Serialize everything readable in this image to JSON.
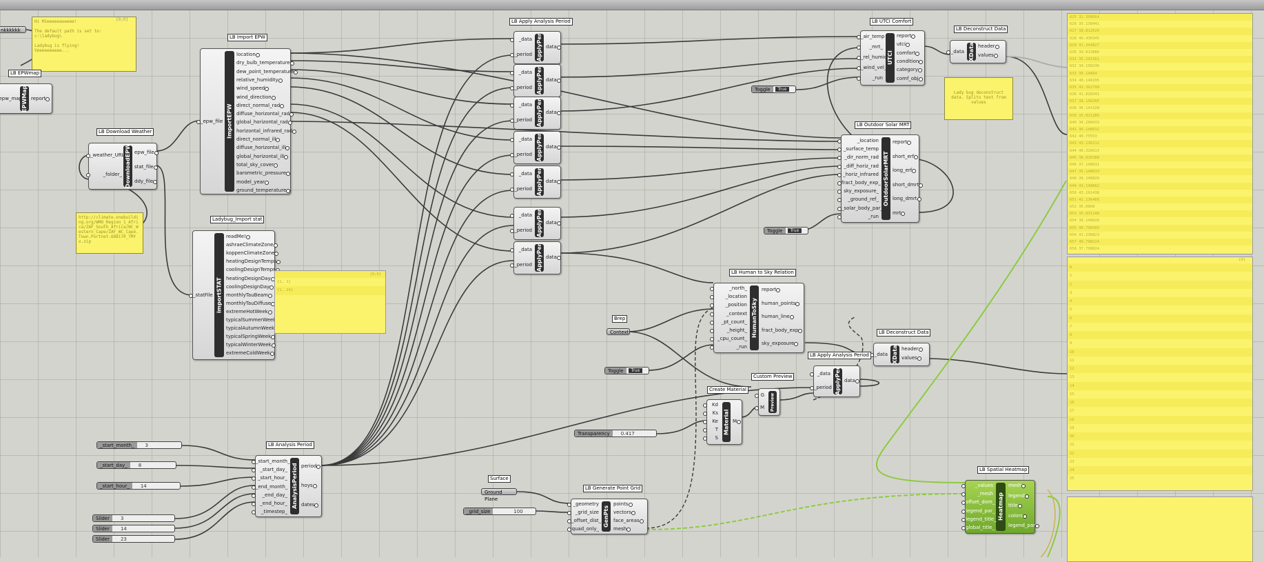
{
  "component_titles": {
    "import_epw": "LB Import EPW",
    "epwmap": "LB EPWmap",
    "download_weather": "LB Download Weather",
    "import_stat": "Ladybug_Import stat",
    "apply_period": "LB Apply Analysis Period",
    "utci": "LB UTCI Comfort",
    "deconstruct_1": "LB Deconstruct Data",
    "outdoor_mrt": "LB Outdoor Solar MRT",
    "human_sky": "LB Human to Sky Relation",
    "deconstruct_2": "LB Deconstruct Data",
    "apply_period_2": "LB Apply Analysis Period",
    "custom_preview": "Custom Preview",
    "create_material": "Create Material",
    "analysis_period": "LB Analysis Period",
    "gen_points": "LB Generate Point Grid",
    "heatmap": "LB Spatial Heatmap",
    "brep": "Brep",
    "surface": "Surface"
  },
  "import_epw": {
    "bar": "ImportEPW",
    "input": "_epw_file",
    "outputs": [
      "location",
      "dry_bulb_temperature",
      "dew_point_temperature",
      "relative_humidity",
      "wind_speed",
      "wind_direction",
      "direct_normal_rad",
      "diffuse_horizontal_rad",
      "global_horizontal_rad",
      "horizontal_infrared_rad",
      "direct_normal_ill",
      "diffuse_horizontal_ill",
      "global_horizontal_ill",
      "total_sky_cover",
      "barometric_pressure",
      "model_year",
      "ground_temperature"
    ]
  },
  "epwmap": {
    "bar": "EPWMap",
    "input": "_epw_map",
    "output": "report"
  },
  "download_weather": {
    "bar": "DownloadEPW",
    "inputs": [
      "_weather_URL",
      "_folder_"
    ],
    "outputs": [
      "epw_file",
      "stat_file",
      "ddy_file"
    ]
  },
  "import_stat": {
    "bar": "importSTAT",
    "input": "_statFile",
    "outputs": [
      "readMe!",
      "ashraeClimateZone",
      "koppenClimateZone",
      "heatingDesignTemps",
      "coolingDesignTemps",
      "heatingDesignDay",
      "coolingDesignDay",
      "monthlyTauBeam",
      "monthlyTauDiffuse",
      "extremeHotWeek",
      "typicalSummerWeek",
      "typicalAutumnWeek",
      "typicalSpringWeek",
      "typicalWinterWeek",
      "extremeColdWeek"
    ]
  },
  "apply_period": {
    "bar": "ApplyPer",
    "inputs": [
      "_data",
      "_period"
    ],
    "output": "data"
  },
  "utci": {
    "bar": "UTCI",
    "inputs": [
      "_air_temp",
      "_mrt_",
      "_rel_humid",
      "_wind_vel_",
      "_run"
    ],
    "outputs": [
      "report",
      "utci",
      "comfort",
      "condition",
      "category",
      "comf_obj"
    ]
  },
  "deconstruct": {
    "bar": "XData",
    "input": "_data",
    "outputs": [
      "header",
      "values"
    ]
  },
  "outdoor_mrt": {
    "bar": "OutdoorSolarMRT",
    "inputs": [
      "_location",
      "_surface_temp",
      "_dir_norm_rad",
      "_diff_horiz_rad",
      "_horiz_infrared",
      "fract_body_exp_",
      "sky_exposure_",
      "_ground_ref_",
      "_solar_body_par_",
      "_run"
    ],
    "outputs": [
      "report",
      "short_erf",
      "long_erf",
      "short_dmrt",
      "long_dmrt",
      "mrt"
    ]
  },
  "human_sky": {
    "bar": "HumanToSky",
    "inputs": [
      "_north_",
      "_location",
      "_position",
      "_context",
      "_pt_count_",
      "_height_",
      "_cpu_count_",
      "_run"
    ],
    "outputs": [
      "report",
      "human_points",
      "human_line",
      "fract_body_exp",
      "sky_exposure"
    ]
  },
  "custom_preview": {
    "bar": "Preview",
    "inputs": [
      "G",
      "M"
    ]
  },
  "material": {
    "bar": "Material",
    "inputs": [
      "Kd",
      "Ks",
      "Ke",
      "T",
      "S"
    ],
    "output": "M"
  },
  "analysis_period": {
    "bar": "AnalysisPeriod",
    "inputs": [
      "_start_month_",
      "_start_day_",
      "_start_hour_",
      "_end_month_",
      "_end_day_",
      "_end_hour_",
      "_timestep_"
    ],
    "outputs": [
      "period",
      "hoys",
      "dates"
    ]
  },
  "gen_points": {
    "bar": "GenPts",
    "inputs": [
      "_geometry",
      "_grid_size",
      "_offset_dist_",
      "quad_only_"
    ],
    "outputs": [
      "points",
      "vectors",
      "face_areas",
      "mesh"
    ]
  },
  "heatmap": {
    "bar": "Heatmap",
    "inputs": [
      "_values",
      "_mesh",
      "offset_dom_",
      "legend_par_",
      "legend_title_",
      "global_title_"
    ],
    "outputs": [
      "mesh",
      "legend",
      "title",
      "colors",
      "legend_par"
    ]
  },
  "params": {
    "context": "Context",
    "ground_plane": "Ground Plane",
    "truncated_left": "nkkkkkk"
  },
  "toggles": {
    "label": "Toggle",
    "value": "True"
  },
  "sliders": {
    "start_month": {
      "label": "_start_month_",
      "value": "3"
    },
    "start_day": {
      "label": "_start_day_",
      "value": "8"
    },
    "start_hour": {
      "label": "_start_hour_",
      "value": "14"
    },
    "transparency": {
      "label": "Transparency",
      "value": "0.417"
    },
    "grid_size": {
      "label": "_grid_size",
      "value": "100"
    },
    "s1": {
      "label": "Slider",
      "value": "3"
    },
    "s2": {
      "label": "Slider",
      "value": "14"
    },
    "s3": {
      "label": "Slider",
      "value": "23"
    }
  },
  "notes": {
    "hello": "Hi  Mieeeeeaoweee!\n\nThe default path is set to:\nc:\\ladybug\\\n\nLadybug is flying!\nVeeeeeeeeee...",
    "hello_index": "{0;0}",
    "url": "http://climate.onebuilding.org/WMO_Region_1_Africa/ZAF_South_Africa/WC_Western_Cape/ZAF_WC_Cape.Town.Portnet.688170_TMYx.zip",
    "stat_index": "{0;0}",
    "stat_l1": "{1, 1}",
    "stat_l2": "{1, 24}",
    "deconstruct_note": "Lady bug deconstruct data. Splits text from values"
  },
  "panel_top": {
    "rows": [
      "625 32.308664",
      "626 35.138441",
      "627 38.812626",
      "628 40.430345",
      "629 41.344827",
      "630 39.813886",
      "631 35.142161",
      "632 34.158236",
      "633 36.14864",
      "634 40.148295",
      "635 43.362799",
      "636 41.828341",
      "637 38.158266",
      "638 36.141328",
      "639 35.821389",
      "640 34.268433",
      "641 36.148632",
      "642 40.75553",
      "643 43.136212",
      "644 40.326613",
      "645 38.826388",
      "646 37.148631",
      "647 35.148633",
      "648 38.148826",
      "649 41.148862",
      "650 43.261438",
      "651 42.136468",
      "652 36.8868",
      "653 35.831148",
      "654 38.148826",
      "655 40.758493",
      "656 41.238823",
      "657 40.798224",
      "658 37.798824"
    ]
  },
  "panel_mid": {
    "index": "{0}",
    "rows": [
      "0",
      "1",
      "2",
      "3",
      "4",
      "5",
      "6",
      "7",
      "8",
      "9",
      "10",
      "11",
      "12",
      "13",
      "14",
      "15",
      "16",
      "17",
      "18",
      "19",
      "20",
      "21",
      "22",
      "23",
      "24",
      "25"
    ]
  }
}
